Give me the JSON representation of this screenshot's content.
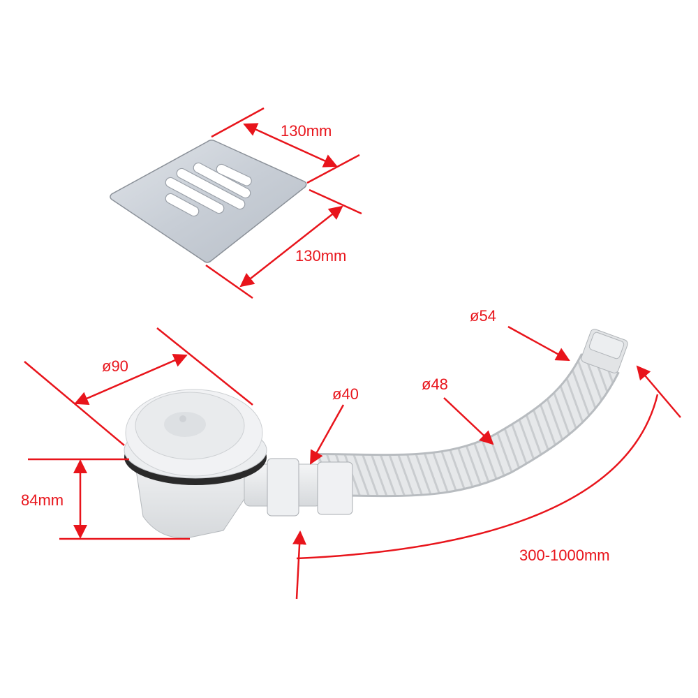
{
  "diagram": {
    "title": "Shower drain trap with flexible hose — dimensions",
    "accent_color": "#e8141b",
    "components": {
      "grate": {
        "name": "Square drain grate",
        "slots": 5
      },
      "trap": {
        "name": "Drain trap body"
      },
      "hose": {
        "name": "Flexible corrugated hose"
      }
    },
    "labels": {
      "grate_width": "130mm",
      "grate_depth": "130mm",
      "trap_diameter": "ø90",
      "trap_height": "84mm",
      "outlet_diameter": "ø40",
      "hose_diameter": "ø48",
      "hose_end_diameter": "ø54",
      "hose_length": "300-1000mm"
    }
  }
}
